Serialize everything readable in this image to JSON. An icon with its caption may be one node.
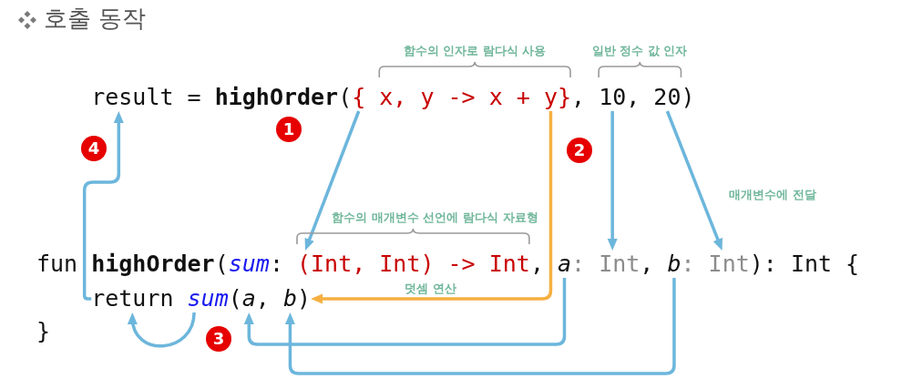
{
  "diagram": {
    "title": "호출 동작",
    "nodes": [
      {
        "text": [
          "result"
        ]
      },
      {
        "text": [
          "{ x, y -> x + y}"
        ],
        "beside": [
          "함수의 인자로 람다식 사용"
        ]
      },
      {
        "text": [
          "10"
        ]
      },
      {
        "text": [
          "20"
        ]
      },
      {
        "text": [
          "(Int, Int) -> Int"
        ],
        "beside": [
          "함수의 매개변수 선언에 람다식 자료형"
        ]
      },
      {
        "text": [
          "*a*: Int"
        ]
      },
      {
        "text": [
          "*b*: Int"
        ]
      },
      {
        "text": [
          "return"
        ]
      },
      {
        "text": [
          "*sum*(*a*, *b*)"
        ]
      }
    ],
    "edges": [
      {
        "from": 1,
        "to": 4,
        "arrow": "to"
      },
      {
        "from": 1,
        "to": 8,
        "arrow": "to",
        "label": "덧셈 연산",
        "color": "#f5b041"
      },
      {
        "from": 2,
        "to": 5,
        "arrow": "to"
      },
      {
        "from": 3,
        "to": 6,
        "arrow": "to"
      },
      {
        "from": 5,
        "to": 8,
        "arrow": "to"
      },
      {
        "from": 6,
        "to": 8,
        "arrow": "to"
      },
      {
        "from": 8,
        "to": 7,
        "arrow": "to"
      },
      {
        "from": 7,
        "to": 0,
        "arrow": "to"
      }
    ],
    "labels": [
      "일반 정수 값 인자",
      "= **highOrder**(",
      ",",
      ",",
      ")",
      "1",
      "2",
      "4",
      "매개변수에 전달",
      "fun",
      "**highOrder**(*sum*:",
      ",",
      ",",
      "): Int {",
      "}",
      "3"
    ]
  }
}
